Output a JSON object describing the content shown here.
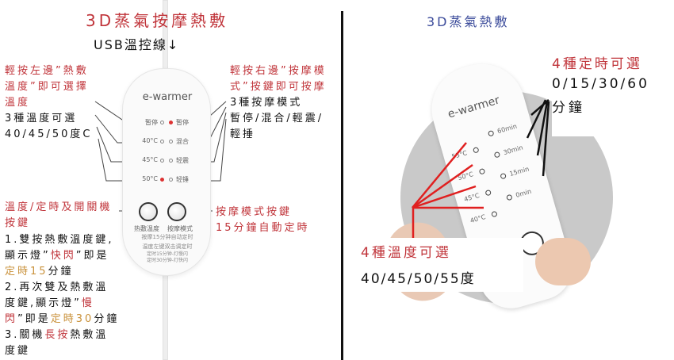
{
  "left": {
    "title": "3D蒸氣按摩熱敷",
    "subtitle": "USB溫控線↓",
    "left_note_red": [
      "輕按左邊”熱敷",
      "溫度”即可選擇",
      "溫度"
    ],
    "left_note_black": [
      "3種溫度可選",
      "40/45/50度C"
    ],
    "right_note_red": [
      "輕按右邊”按摩模",
      "式”按鍵即可按摩"
    ],
    "right_note_black": [
      "3種按摩模式",
      "暫停/混合/輕震/",
      "輕捶"
    ],
    "controller": {
      "brand": "e-warmer",
      "left_rows": [
        "暂停",
        "40°C",
        "45°C",
        "50°C"
      ],
      "right_rows": [
        "暂停",
        "混合",
        "轻震",
        "轻锤"
      ],
      "left_active": 3,
      "right_active": 0,
      "button_labels": [
        "热敷温度",
        "按摩模式"
      ],
      "info": [
        "按摩15分钟自动定时",
        "温度左键双击调定时",
        "定时15分钟-灯慢闪",
        "定时30分钟-灯快闪"
      ]
    },
    "power_note_red": [
      "溫度/定時及開關機",
      "按鍵"
    ],
    "mode_note_red": [
      "按摩模式按鍵",
      "15分鐘自動定時"
    ],
    "instructions": [
      [
        {
          "t": "1.雙按熱敷溫度鍵,",
          "c": "blk"
        }
      ],
      [
        {
          "t": "顯示燈”",
          "c": "blk"
        },
        {
          "t": "快閃",
          "c": "red"
        },
        {
          "t": "”即是",
          "c": "blk"
        }
      ],
      [
        {
          "t": "定時15",
          "c": "org"
        },
        {
          "t": "分鐘",
          "c": "blk"
        }
      ],
      [
        {
          "t": "2.再次雙及熱敷溫",
          "c": "blk"
        }
      ],
      [
        {
          "t": "度鍵,顯示燈”",
          "c": "blk"
        },
        {
          "t": "慢",
          "c": "red"
        }
      ],
      [
        {
          "t": "閃",
          "c": "red"
        },
        {
          "t": "”即是",
          "c": "blk"
        },
        {
          "t": "定時30",
          "c": "org"
        },
        {
          "t": "分鐘",
          "c": "blk"
        }
      ],
      [
        {
          "t": "3.關機",
          "c": "blk"
        },
        {
          "t": "長按",
          "c": "red"
        },
        {
          "t": "熱敷溫",
          "c": "blk"
        }
      ],
      [
        {
          "t": "度鍵",
          "c": "blk"
        }
      ]
    ]
  },
  "right": {
    "title": "3D蒸氣熱敷",
    "timer_heading": "4種定時可選",
    "timer_values": "0/15/30/60",
    "timer_unit": "分鐘",
    "temp_heading": "4種溫度可選",
    "temp_values": "40/45/50/55度",
    "controller": {
      "brand": "e-warmer",
      "temps": [
        "55°C",
        "50°C",
        "45°C",
        "40°C"
      ],
      "timers": [
        "60min",
        "30min",
        "15min",
        "0min"
      ]
    }
  },
  "colors": {
    "red": "#c0343a",
    "blue": "#3a4a9a",
    "orange": "#c9913a"
  }
}
